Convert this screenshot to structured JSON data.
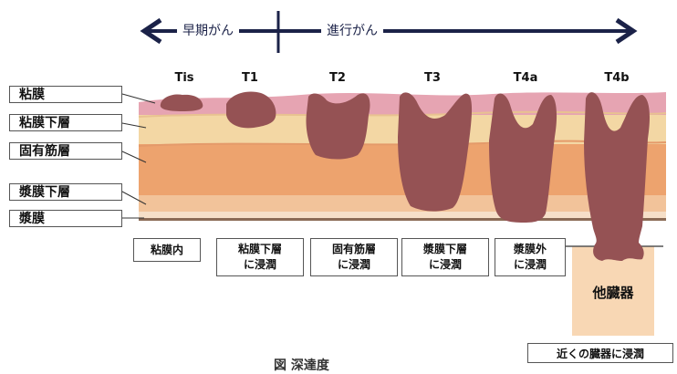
{
  "progression": {
    "early_label": "早期がん",
    "advanced_label": "進行がん"
  },
  "layers": [
    {
      "label": "粘膜",
      "color": "#e6a4b2"
    },
    {
      "label": "粘膜下層",
      "color": "#f3d7a4"
    },
    {
      "label": "固有筋層",
      "color": "#eda36e"
    },
    {
      "label": "漿膜下層",
      "color": "#f2c39a"
    },
    {
      "label": "漿膜",
      "color": "#f6dfc8"
    }
  ],
  "stages": [
    {
      "label": "Tis",
      "invasion": [
        "粘膜内"
      ]
    },
    {
      "label": "T1",
      "invasion": [
        "粘膜下層",
        "に浸潤"
      ]
    },
    {
      "label": "T2",
      "invasion": [
        "固有筋層",
        "に浸潤"
      ]
    },
    {
      "label": "T3",
      "invasion": [
        "漿膜下層",
        "に浸潤"
      ]
    },
    {
      "label": "T4a",
      "invasion": [
        "漿膜外",
        "に浸潤"
      ]
    },
    {
      "label": "T4b",
      "invasion": []
    }
  ],
  "other_organ": {
    "label": "他臓器",
    "note": "近くの臓器に浸潤"
  },
  "caption": "図 深達度",
  "colors": {
    "tumor": "#955254",
    "arrow": "#1b2248",
    "organ": "#f8d7b4"
  }
}
